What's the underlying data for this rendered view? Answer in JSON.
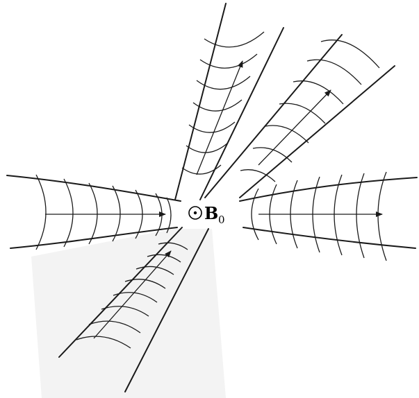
{
  "center_label": {
    "symbol": "⊙",
    "text": "B",
    "subscript": "0"
  },
  "beams": [
    {
      "name": "left-input-beam",
      "direction": "east"
    },
    {
      "name": "right-output-beam",
      "direction": "east"
    },
    {
      "name": "lower-left-beam",
      "direction": "north-east"
    },
    {
      "name": "upper-beam",
      "direction": "north-north-east"
    },
    {
      "name": "upper-right-beam",
      "direction": "north-east"
    }
  ]
}
